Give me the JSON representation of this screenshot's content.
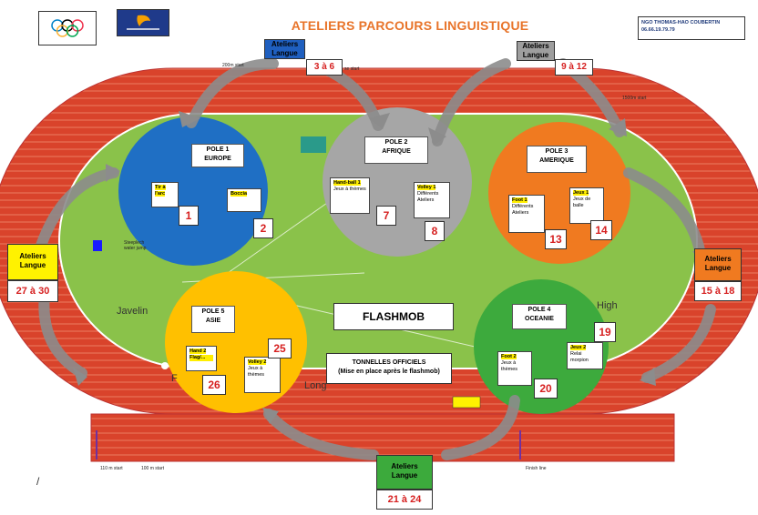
{
  "title": "ATELIERS PARCOURS LINGUISTIQUE",
  "contact": {
    "line1": "NGO THOMAS-HAO COUBERTIN",
    "line2": "06.66.19.79.79"
  },
  "logos": [
    "olympic-rings-logo",
    "institution-logo"
  ],
  "center_label": "FLASHMOB",
  "officials": {
    "line1": "TONNELLES OFFICIELS",
    "line2": "(Mise en place après le flashmob)"
  },
  "ateliers": [
    {
      "label": "Ateliers\nLangue",
      "range": "3 à 6",
      "color": "#1f5fbf"
    },
    {
      "label": "Ateliers\nLangue",
      "range": "9 à 12",
      "color": "#9e9e9e"
    },
    {
      "label": "Ateliers\nLangue",
      "range": "15 à 18",
      "color": "#f07a20"
    },
    {
      "label": "Ateliers\nLangue",
      "range": "21 à 24",
      "color": "#3caa3c"
    },
    {
      "label": "Ateliers\nLangue",
      "range": "27 à 30",
      "color": "#fff200"
    }
  ],
  "poles": [
    {
      "name": "POLE 1",
      "region": "EUROPE",
      "color": "#1f6fc4"
    },
    {
      "name": "POLE 2",
      "region": "AFRIQUE",
      "color": "#a6a6a6"
    },
    {
      "name": "POLE 3",
      "region": "AMERIQUE",
      "color": "#f07a20"
    },
    {
      "name": "POLE 4",
      "region": "OCEANIE",
      "color": "#3daa3d"
    },
    {
      "name": "POLE 5",
      "region": "ASIE",
      "color": "#ffc000"
    }
  ],
  "activities": [
    {
      "title": "Tir à l'arc",
      "detail": "",
      "number": "1"
    },
    {
      "title": "Boccia",
      "detail": "",
      "number": "2"
    },
    {
      "title": "Hand-ball 1",
      "detail": "Jeux à thèmes",
      "number": "7"
    },
    {
      "title": "Volley 1",
      "detail": "Différents Ateliers",
      "number": "8"
    },
    {
      "title": "Foot 1",
      "detail": "Différents Ateliers",
      "number": "13"
    },
    {
      "title": "Jeux 1",
      "detail": "Jeux de balle",
      "number": "14"
    },
    {
      "title": "Foot 2",
      "detail": "Jeux à thèmes",
      "number": "20"
    },
    {
      "title": "Jeux 2",
      "detail": "Relai morpion",
      "number": "19"
    },
    {
      "title": "Hand 2",
      "detail": "Flag/...",
      "number": "26"
    },
    {
      "title": "Volley 2",
      "detail": "Jeux à thèmes",
      "number": "25"
    }
  ],
  "track_labels": {
    "m200": "200m start",
    "start": "se start",
    "m1500": "1500m start",
    "steeple": "Steeplech water jump",
    "javelin": "Javelin",
    "high": "High",
    "long": "Long",
    "m110": "110 m start",
    "m100": "100 m start",
    "finish": "Finish line",
    "f": "F",
    "slash": "/"
  }
}
